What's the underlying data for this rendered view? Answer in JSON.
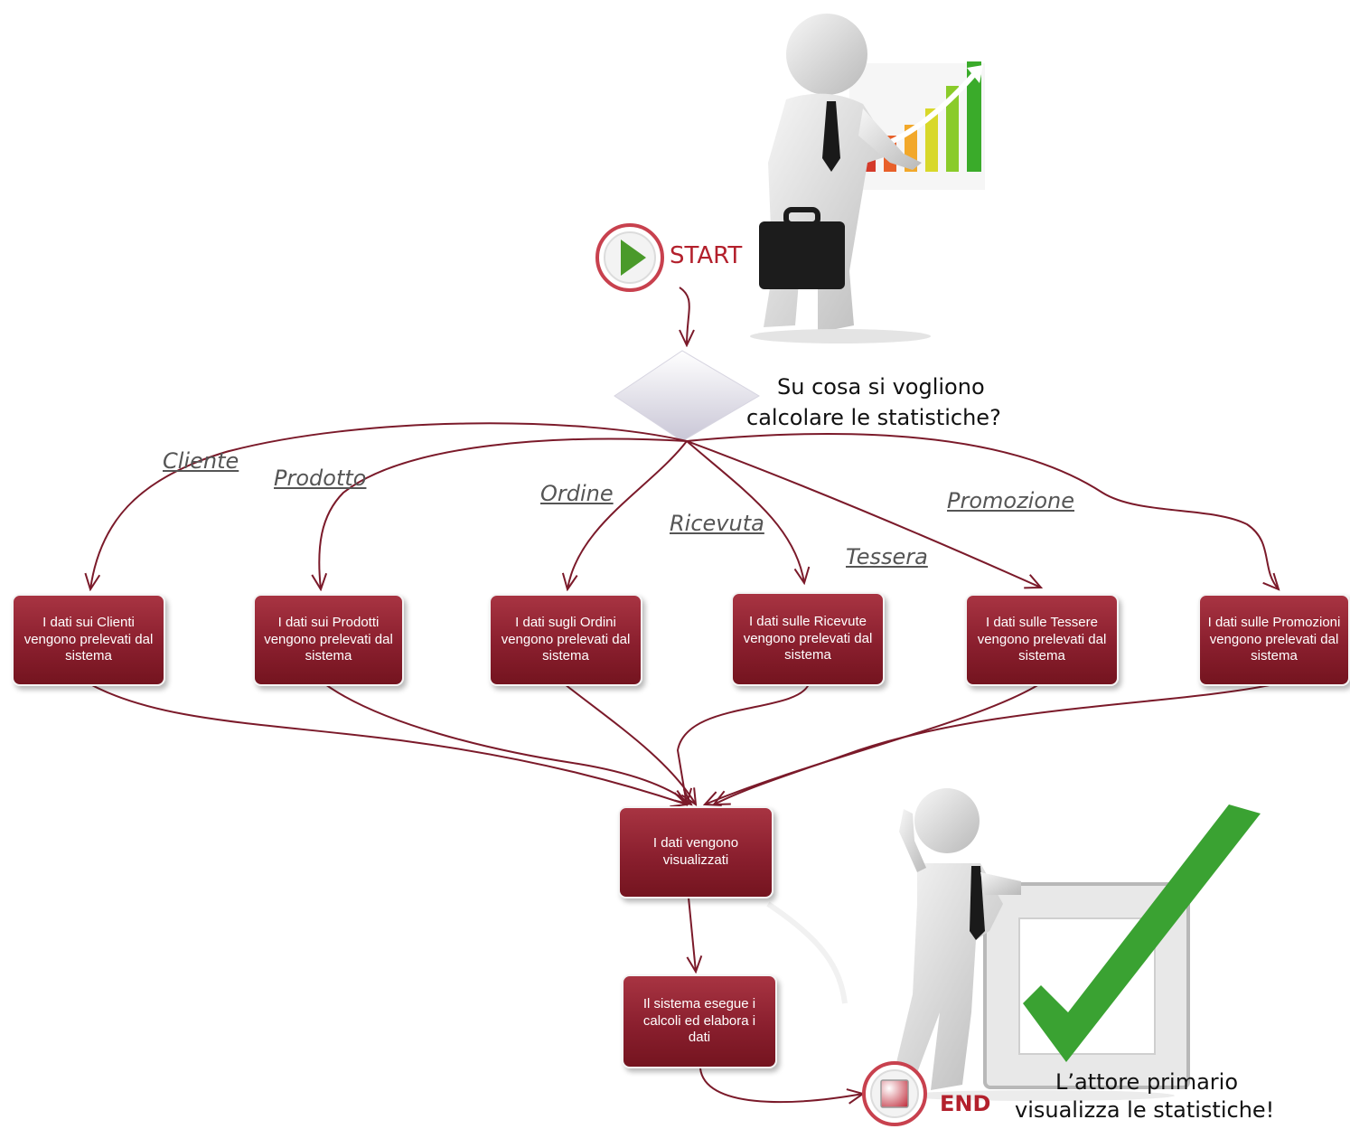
{
  "diagram": {
    "start_label": "START",
    "end_label": "END",
    "question": [
      "Su cosa si vogliono",
      "calcolare le statistiche?"
    ],
    "branch_labels": {
      "cliente": "Cliente",
      "prodotto": "Prodotto",
      "ordine": "Ordine",
      "ricevuta": "Ricevuta",
      "tessera": "Tessera",
      "promozione": "Promozione"
    },
    "nodes": {
      "clienti": "I dati sui Clienti vengono prelevati dal sistema",
      "prodotti": "I dati sui Prodotti vengono prelevati dal sistema",
      "ordini": "I dati sugli Ordini vengono prelevati dal sistema",
      "ricevute": "I dati sulle Ricevute vengono prelevati dal sistema",
      "tessere": "I dati sulle Tessere vengono prelevati dal sistema",
      "promozioni": "I dati sulle Promozioni vengono prelevati dal sistema",
      "visualizzati": "I dati vengono visualizzati",
      "calcoli": "Il sistema esegue i calcoli ed elabora i dati"
    },
    "final_message": [
      "L’attore primario",
      "visualizza le statistiche!"
    ],
    "colors": {
      "node": "#8a1f2e",
      "arrow": "#7b1a2a",
      "start_icon": "#4a9a2a",
      "check": "#3aa232"
    }
  }
}
